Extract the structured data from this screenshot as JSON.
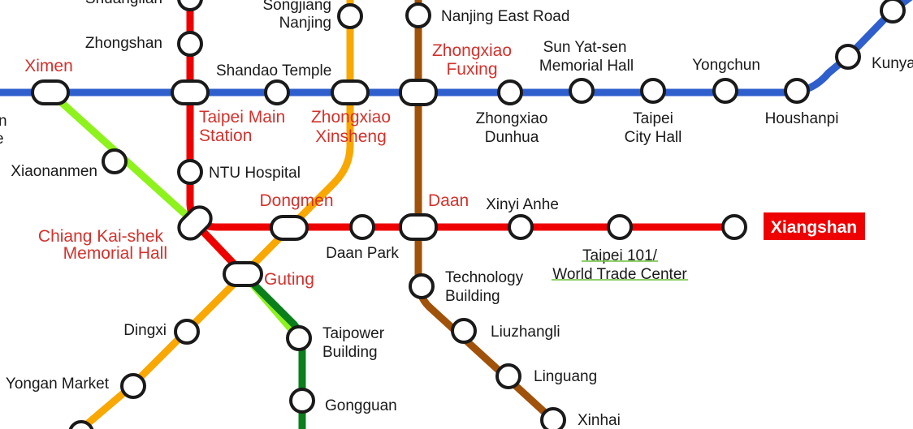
{
  "colors": {
    "blue_line": "#2f5fcc",
    "red_line": "#ee0000",
    "orange_line": "#f8a800",
    "brown_line": "#a0520a",
    "lime_line": "#8ef21c",
    "green_line": "#0a7f1c",
    "transfer_label": "#d2322d",
    "terminal_badge": "#ee0000",
    "station_outline": "#1a1a1a",
    "underline_green": "#6abf3a"
  },
  "stations": {
    "shuanglian": "Shuanglian",
    "zhongshan": "Zhongshan",
    "songjiang_nanjing": [
      "Songjiang",
      "Nanjing"
    ],
    "nanjing_east_road": "Nanjing East Road",
    "sun_yatsen_memorial_hall": [
      "Sun Yat-sen",
      "Memorial Hall"
    ],
    "yongchun": "Yongchun",
    "kunyang": "Kunya",
    "shandao_temple": "Shandao Temple",
    "zhongxiao_dunhua": [
      "Zhongxiao",
      "Dunhua"
    ],
    "taipei_city_hall": [
      "Taipei",
      "City Hall"
    ],
    "houshanpi": "Houshanpi",
    "longshan_fragment": [
      "n",
      "e"
    ],
    "xiaonanmen": "Xiaonanmen",
    "ntu_hospital": "NTU Hospital",
    "xinyi_anhe": "Xinyi Anhe",
    "daan_park": "Daan Park",
    "taipei_101": [
      "Taipei 101/",
      "World Trade Center"
    ],
    "technology_building": [
      "Technology",
      "Building"
    ],
    "dingxi": "Dingxi",
    "taipower_building": [
      "Taipower",
      "Building"
    ],
    "liuzhangli": "Liuzhangli",
    "linguang": "Linguang",
    "yongan_market": "Yongan Market",
    "gongguan": "Gongguan",
    "xinhai": "Xinhai"
  },
  "transfers": {
    "ximen": "Ximen",
    "taipei_main_station": [
      "Taipei Main",
      "Station"
    ],
    "zhongxiao_xinsheng": [
      "Zhongxiao",
      "Xinsheng"
    ],
    "zhongxiao_fuxing": [
      "Zhongxiao",
      "Fuxing"
    ],
    "dongmen": "Dongmen",
    "daan": "Daan",
    "chiang_kaishek_memorial_hall": [
      "Chiang Kai-shek",
      "Memorial Hall"
    ],
    "guting": "Guting"
  },
  "terminal": {
    "xiangshan": "Xiangshan"
  }
}
